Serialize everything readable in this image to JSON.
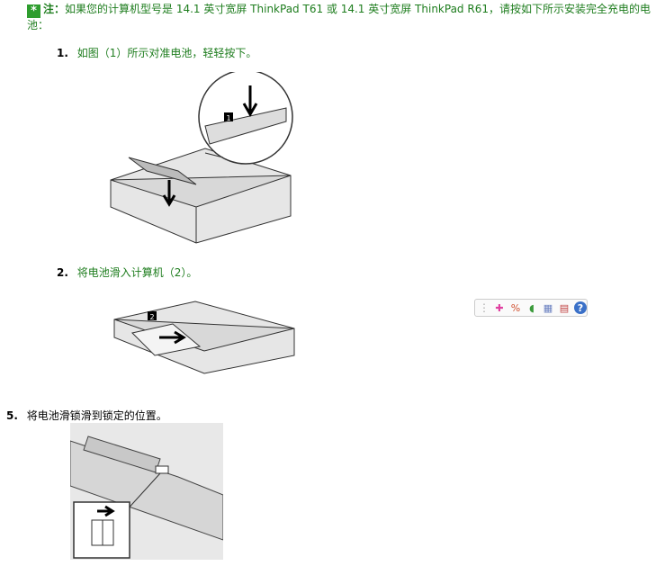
{
  "note": {
    "label": "注：",
    "text": "如果您的计算机型号是 14.1 英寸宽屏 ThinkPad T61 或 14.1 英寸宽屏 ThinkPad R61，请按如下所示安装完全充电的电池："
  },
  "steps": [
    {
      "number": "1.",
      "text": "如图（1）所示对准电池，轻轻按下。",
      "callout": "1"
    },
    {
      "number": "2.",
      "text": "将电池滑入计算机（2）。",
      "callout": "2"
    }
  ],
  "step5": {
    "number": "5.",
    "text": "将电池滑锁滑到锁定的位置。"
  },
  "toolbar": {
    "icons": [
      "plus-star-icon",
      "link-icon",
      "leaf-icon",
      "keyboard-icon",
      "window-icon",
      "help-icon"
    ]
  },
  "colors": {
    "text_green": "#1e7d1e",
    "note_icon": "#2e9d2e"
  }
}
